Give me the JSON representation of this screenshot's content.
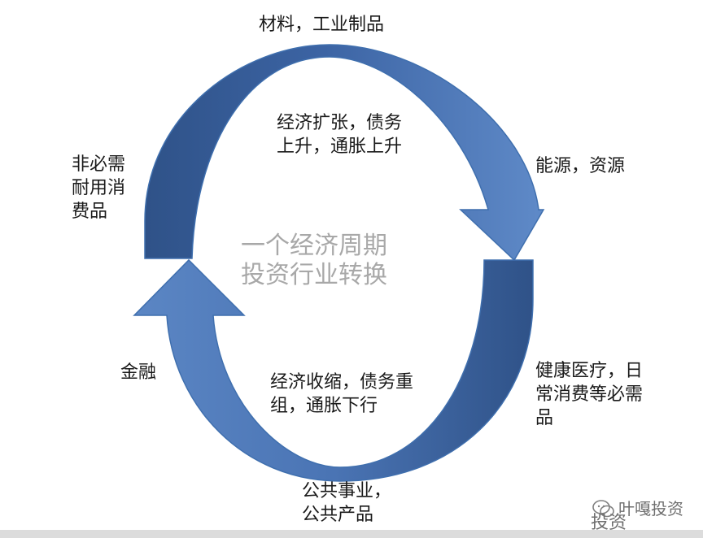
{
  "diagram": {
    "center_title": "一个经济周期\n投资行业转换",
    "phases": {
      "expansion": "经济扩张，债务\n上升，通胀上升",
      "contraction": "经济收缩，债务重\n组，通胀下行"
    },
    "sectors": {
      "top": "材料，工业制品",
      "right_upper": "能源，资源",
      "right_lower": "健康医疗，日\n常消费等必需\n品",
      "bottom": "公共事业，\n公共产品",
      "left_lower": "金融",
      "left_upper": "非必需\n耐用消\n费品"
    },
    "colors": {
      "arrow_light": "#5b86c4",
      "arrow_dark": "#2f5288",
      "arrow_outline": "#3f6fae",
      "title_gray": "#a8a8a8"
    }
  },
  "watermark": {
    "icon": "wechat-icon",
    "line1": "叶嘎投资",
    "line2": "投资"
  }
}
